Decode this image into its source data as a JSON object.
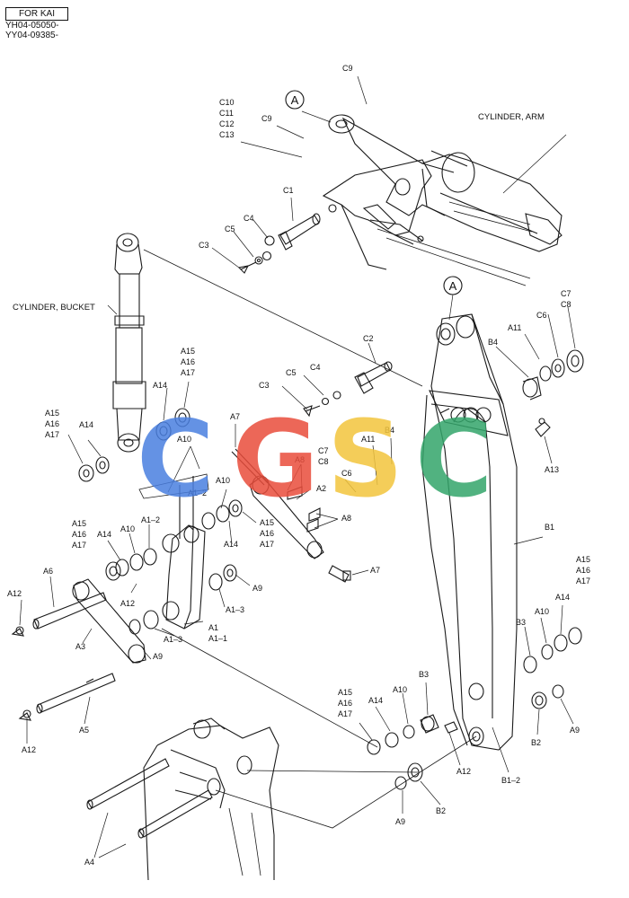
{
  "header": {
    "title": "FOR KAI",
    "serial_1": "YH04-05050-",
    "serial_2": "YY04-09385-"
  },
  "watermark": {
    "letters": [
      "C",
      "G",
      "S",
      "C"
    ],
    "colors": [
      "#4a7fe0",
      "#e94d3c",
      "#f3c53d",
      "#33a56a"
    ]
  },
  "callouts": {
    "A_top": "A",
    "A_mid": "A",
    "cylinder_arm": "CYLINDER, ARM",
    "cylinder_bucket": "CYLINDER, BUCKET"
  },
  "labels": {
    "C9_top": "C9",
    "C10": "C10",
    "C11": "C11",
    "C12": "C12",
    "C13": "C13",
    "C9_mid": "C9",
    "C1": "C1",
    "C4_top": "C4",
    "C5_top": "C5",
    "C3_top": "C3",
    "C7_r": "C7",
    "C8_r": "C8",
    "C6_r": "C6",
    "A11_r": "A11",
    "B4_r": "B4",
    "C2": "C2",
    "C5_mid": "C5",
    "C4_mid": "C4",
    "C3_mid": "C3",
    "A13": "A13",
    "A15_a": "A15",
    "A16_a": "A16",
    "A17_a": "A17",
    "A14_a": "A14",
    "A15_b": "A15",
    "A16_b": "A16",
    "A17_b": "A17",
    "A14_b": "A14",
    "A7_top": "A7",
    "A10_top": "A10",
    "A1_2_top": "A1–2",
    "A8_top": "A8",
    "C7_m": "C7",
    "C8_m": "C8",
    "C6_m": "C6",
    "A11_m": "A11",
    "B4_m": "B4",
    "A10_mid": "A10",
    "A2": "A2",
    "A8_mid": "A8",
    "A15_c": "A15",
    "A16_c": "A16",
    "A17_c": "A17",
    "A14_c": "A14",
    "A10_c": "A10",
    "A1_2_c": "A1–2",
    "A14_d": "A14",
    "A15_d": "A15",
    "A16_d": "A16",
    "A17_d": "A17",
    "A6": "A6",
    "A12_a": "A12",
    "A12_b": "A12",
    "A7_mid": "A7",
    "A9_a": "A9",
    "A1_3_a": "A1–3",
    "A1": "A1",
    "A1_1": "A1–1",
    "A1_3_b": "A1–3",
    "A3": "A3",
    "A9_b": "A9",
    "B1": "B1",
    "A15_e": "A15",
    "A16_e": "A16",
    "A17_e": "A17",
    "A14_e": "A14",
    "A10_e": "A10",
    "B3_r": "B3",
    "A5": "A5",
    "A12_c": "A12",
    "A15_f": "A15",
    "A16_f": "A16",
    "A17_f": "A17",
    "A14_f": "A14",
    "A10_f": "A10",
    "B3_b": "B3",
    "A12_d": "A12",
    "B2_r": "B2",
    "A9_r": "A9",
    "B1_2": "B1–2",
    "A9_c": "A9",
    "B2_b": "B2",
    "A4": "A4"
  }
}
